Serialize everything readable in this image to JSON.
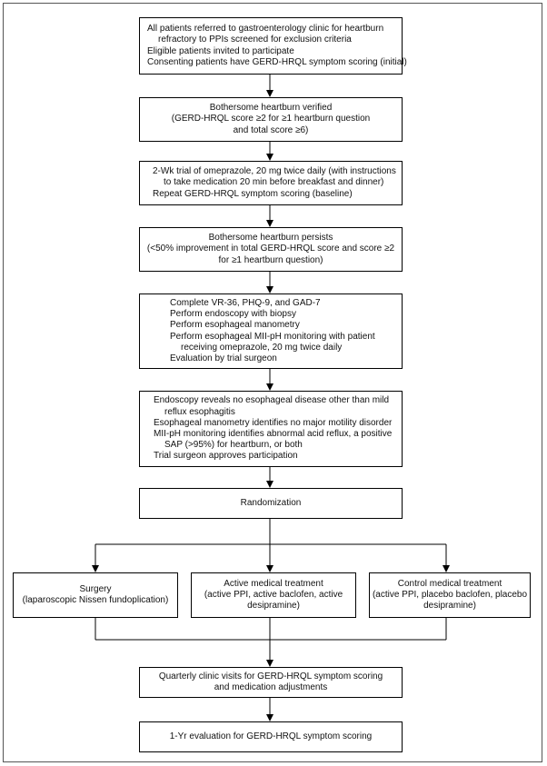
{
  "flowchart": {
    "screening": [
      {
        "text": "All patients referred to gastroenterology clinic for heartburn",
        "indent": false
      },
      {
        "text": "refractory to PPIs screened for exclusion criteria",
        "indent": true
      },
      {
        "text": "Eligible patients invited to participate",
        "indent": false
      },
      {
        "text": "Consenting patients have GERD-HRQL symptom scoring (initial)",
        "indent": false
      }
    ],
    "verified": [
      "Bothersome heartburn verified",
      "(GERD-HRQL score ≥2 for ≥1 heartburn question",
      "and total score ≥6)"
    ],
    "trial": [
      {
        "text": "2-Wk trial of omeprazole, 20 mg twice daily (with instructions",
        "indent": false
      },
      {
        "text": "to take medication 20 min before breakfast and dinner)",
        "indent": true
      },
      {
        "text": "Repeat GERD-HRQL symptom scoring (baseline)",
        "indent": false
      }
    ],
    "persists": [
      "Bothersome heartburn persists",
      "(<50% improvement in total GERD-HRQL score and score ≥2",
      "for ≥1 heartburn question)"
    ],
    "workup": [
      {
        "text": "Complete VR-36, PHQ-9, and GAD-7",
        "indent": false
      },
      {
        "text": "Perform endoscopy with biopsy",
        "indent": false
      },
      {
        "text": "Perform esophageal manometry",
        "indent": false
      },
      {
        "text": "Perform esophageal MII-pH monitoring with patient",
        "indent": false
      },
      {
        "text": "receiving omeprazole, 20 mg twice daily",
        "indent": true
      },
      {
        "text": "Evaluation by trial surgeon",
        "indent": false
      }
    ],
    "findings": [
      {
        "text": "Endoscopy reveals no esophageal disease other than mild",
        "indent": false
      },
      {
        "text": "reflux esophagitis",
        "indent": true
      },
      {
        "text": "Esophageal manometry identifies no major motility disorder",
        "indent": false
      },
      {
        "text": "MII-pH monitoring identifies abnormal acid reflux, a positive",
        "indent": false
      },
      {
        "text": "SAP (>95%) for heartburn, or both",
        "indent": true
      },
      {
        "text": "Trial surgeon approves participation",
        "indent": false
      }
    ],
    "randomization": [
      "Randomization"
    ],
    "surgery": [
      "Surgery",
      "(laparoscopic Nissen fundoplication)"
    ],
    "active": [
      "Active medical treatment",
      "(active PPI, active baclofen, active",
      "desipramine)"
    ],
    "control": [
      "Control medical treatment",
      "(active PPI, placebo baclofen, placebo",
      "desipramine)"
    ],
    "quarterly": [
      "Quarterly clinic visits for GERD-HRQL symptom scoring",
      "and medication adjustments"
    ],
    "final": [
      "1-Yr evaluation for GERD-HRQL symptom scoring"
    ]
  }
}
